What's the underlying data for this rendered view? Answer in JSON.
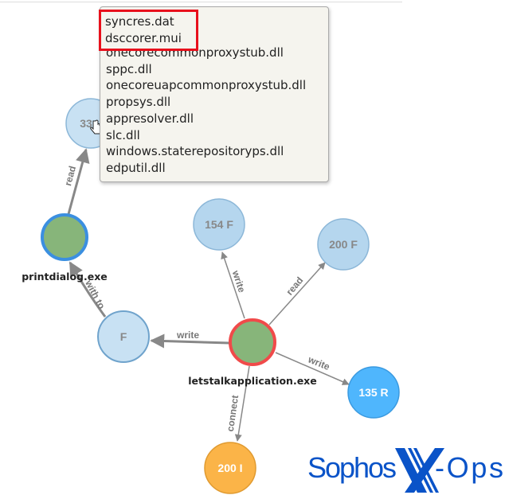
{
  "tooltip": {
    "highlighted": [
      "syncres.dat",
      "dsccorer.mui"
    ],
    "items": [
      "onecorecommonproxystub.dll",
      "sppc.dll",
      "onecoreuapcommonproxystub.dll",
      "propsys.dll",
      "appresolver.dll",
      "slc.dll",
      "windows.staterepositoryps.dll",
      "edputil.dll"
    ]
  },
  "nodes": {
    "n33": {
      "label": "33"
    },
    "printdialog": {
      "label": "printdialog.exe"
    },
    "f": {
      "label": "F"
    },
    "center": {
      "label": "letstalkapplication.exe"
    },
    "n154": {
      "label": "154 F"
    },
    "n200f": {
      "label": "200 F"
    },
    "n135": {
      "label": "135 R"
    },
    "n200i": {
      "label": "200 I"
    }
  },
  "edges": {
    "read1": "read",
    "withto": "with to",
    "write_f": "write",
    "write_154": "write",
    "read_200": "read",
    "write_135": "write",
    "connect": "connect"
  },
  "logo": {
    "text1": "Sophos",
    "text2": "-Ops"
  },
  "colors": {
    "file": "#b5d6ee",
    "green": "#87b57a",
    "red": "#f04a4a",
    "blue": "#3b8fe0",
    "reg": "#4fb6fd",
    "ip": "#fbb448",
    "brand": "#0a53c8"
  }
}
